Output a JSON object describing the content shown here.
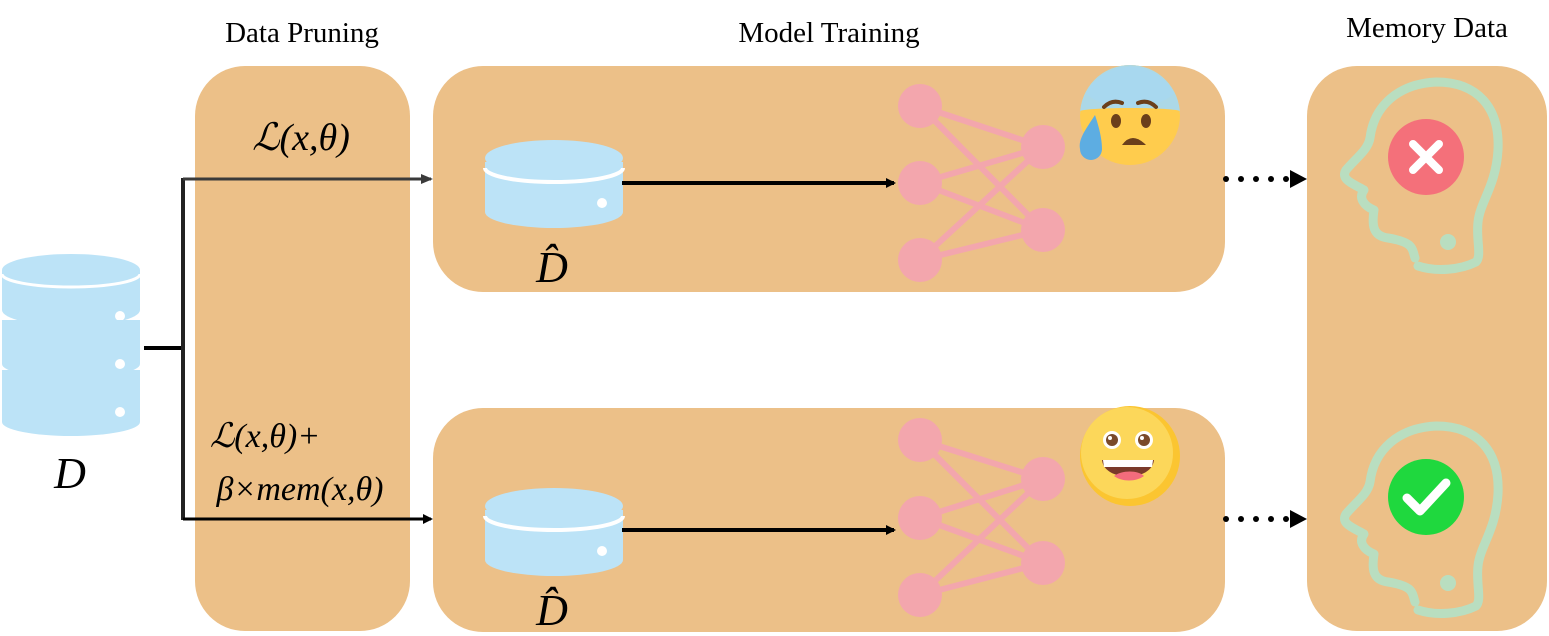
{
  "headers": {
    "data_pruning": "Data Pruning",
    "model_training": "Model Training",
    "memory_data": "Memory Data"
  },
  "dataset": {
    "label": "D"
  },
  "pruned": {
    "label": "D̂"
  },
  "formulas": {
    "loss_only": "ℒ(x,θ)",
    "loss_plus_line1": "ℒ(x,θ)+",
    "loss_plus_line2": "β×mem(x,θ)"
  },
  "rows": [
    {
      "emoji": "anxious-sweat-face-icon",
      "result": "cross-icon"
    },
    {
      "emoji": "happy-grin-face-icon",
      "result": "check-icon"
    }
  ],
  "colors": {
    "panel": "#ECC088",
    "database": "#BCE3F7",
    "neuron": "#F3A6AD",
    "head_outline": "#B9DEC0",
    "cross_badge": "#F4707A",
    "check_badge": "#1FD83E",
    "arrow": "#000000",
    "branch_line": "#3A3A3A"
  }
}
